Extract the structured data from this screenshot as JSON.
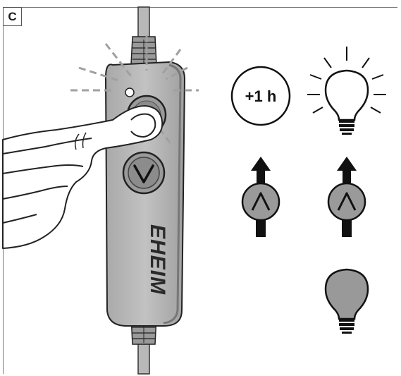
{
  "panel": {
    "label": "C"
  },
  "controller": {
    "brand": "EHEIM"
  },
  "timer_badge": {
    "text": "+1 h"
  },
  "icons": {
    "left_column": [
      "plus-1h-badge",
      "up-arrow-icon",
      "up-button-icon"
    ],
    "right_column": [
      "light-bulb-on-icon",
      "up-arrow-icon",
      "up-button-icon",
      "light-bulb-off-icon"
    ]
  }
}
